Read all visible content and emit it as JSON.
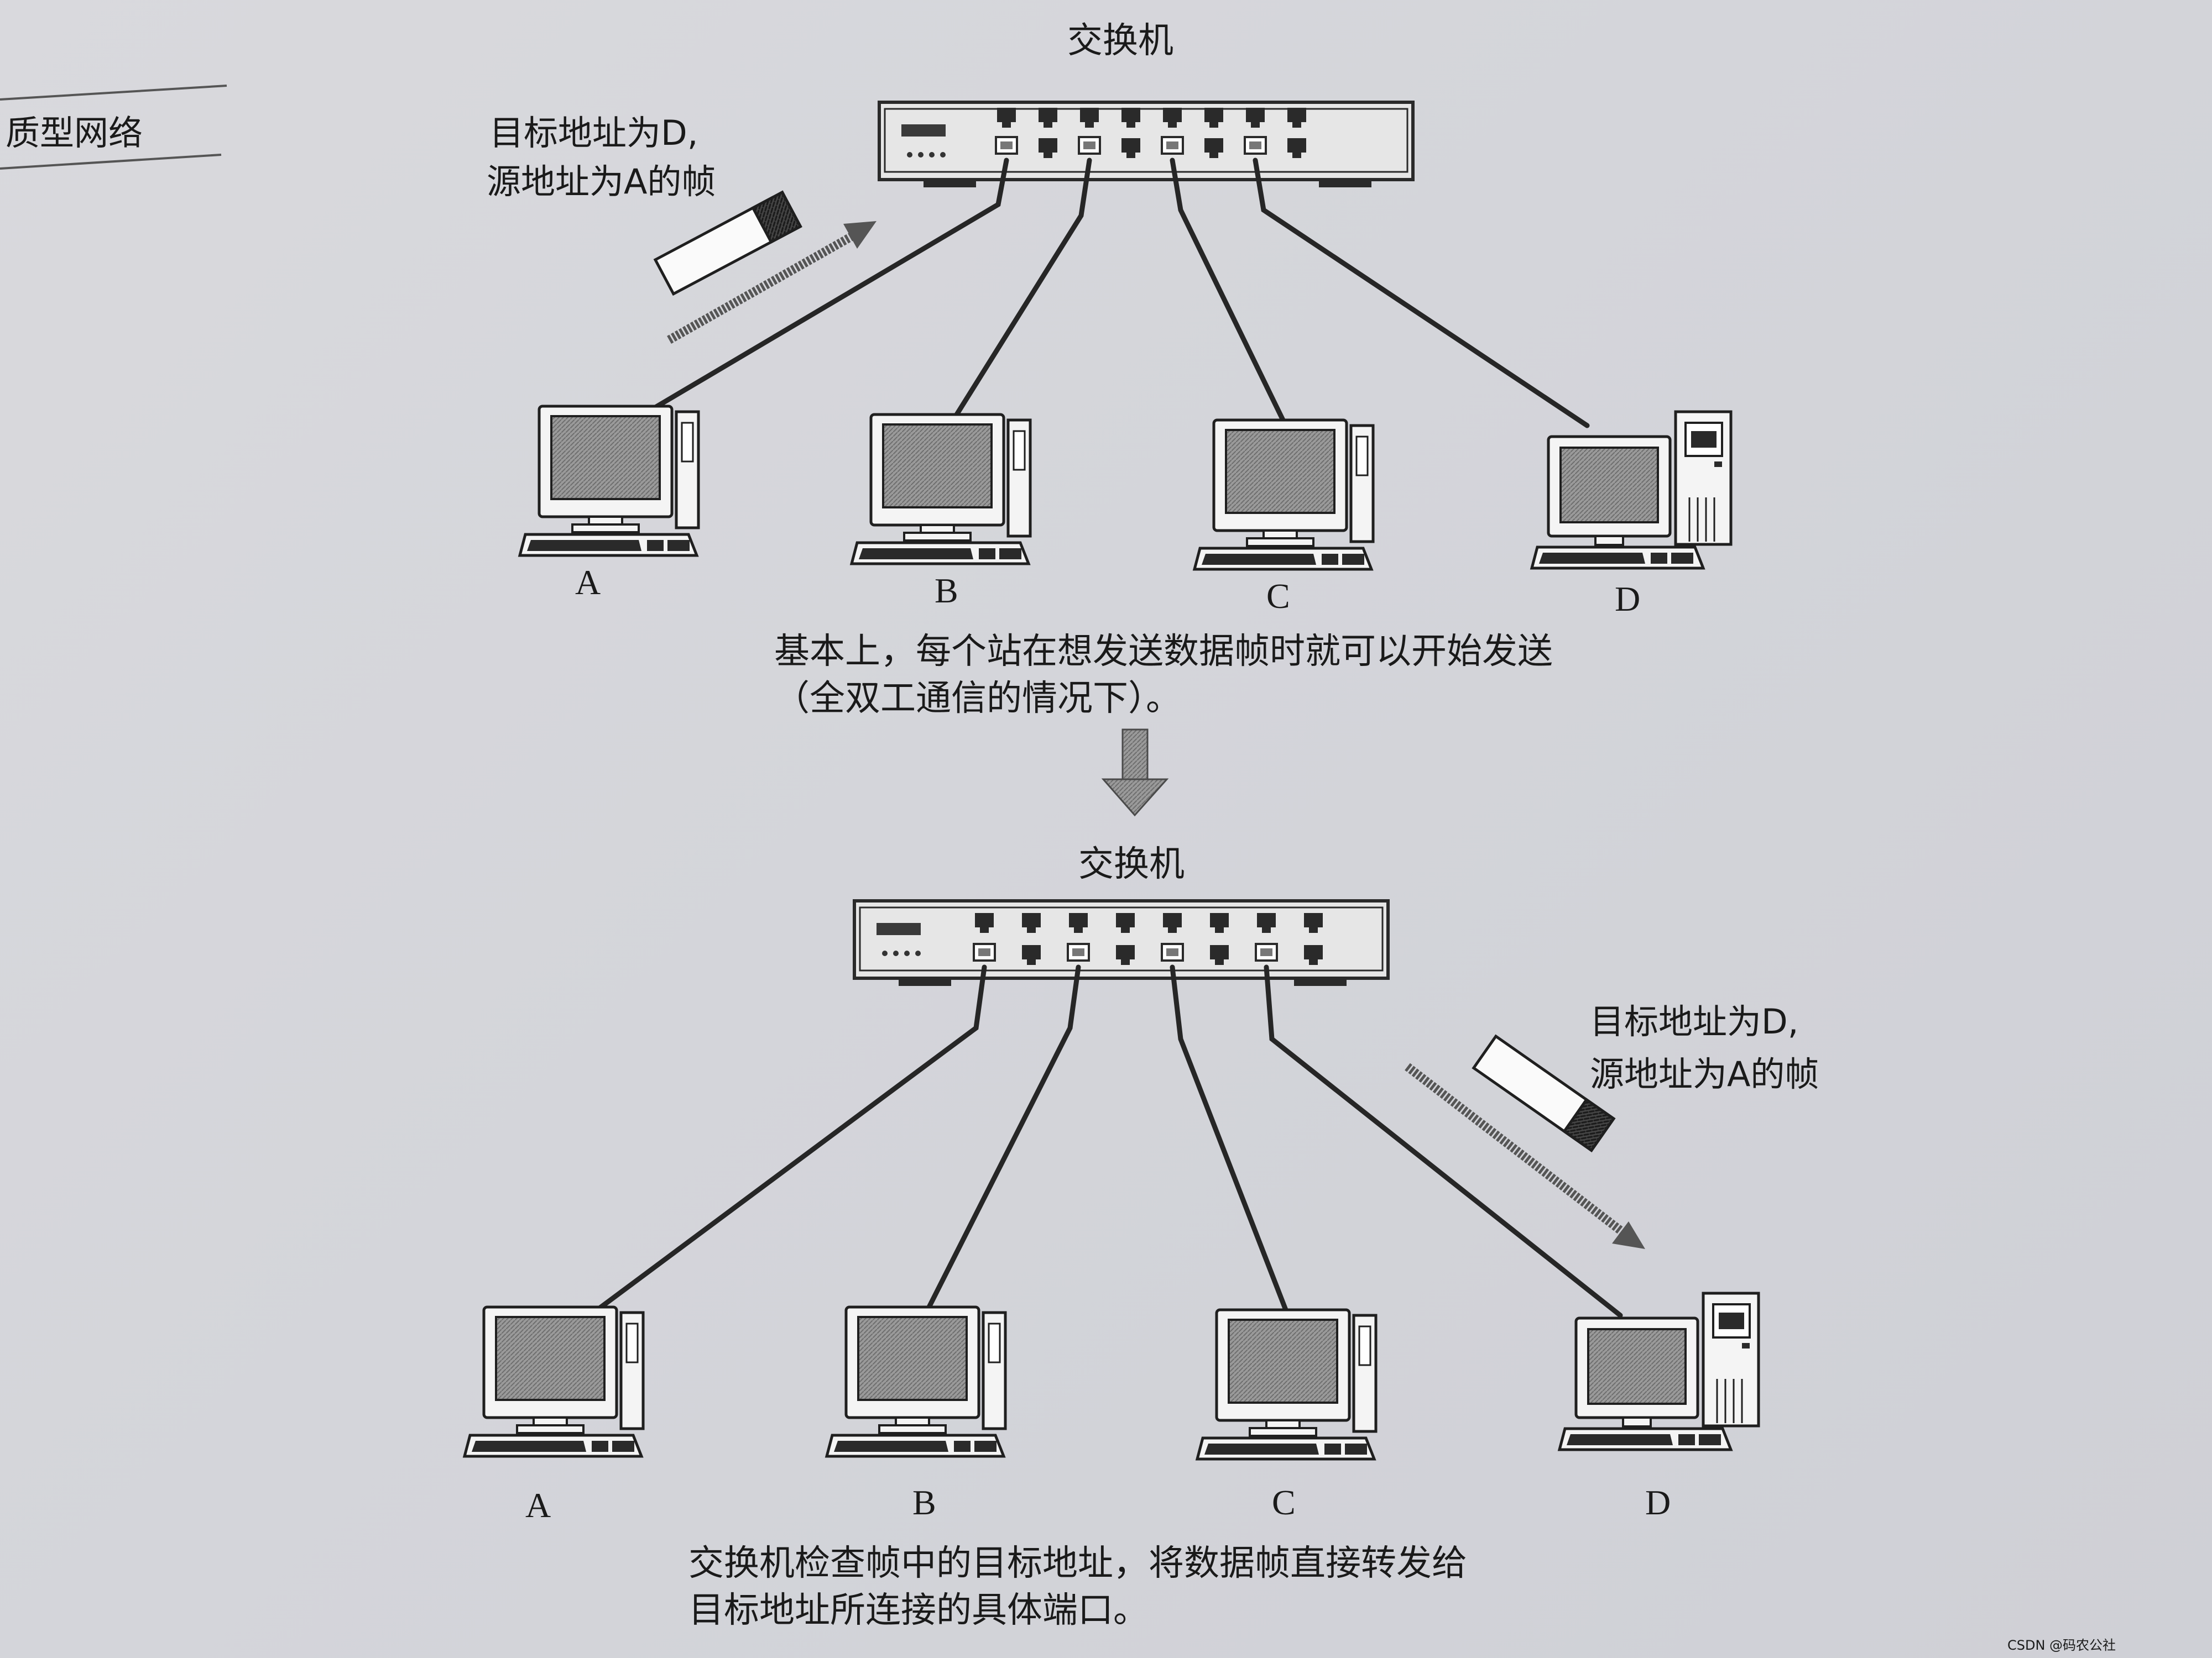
{
  "header_fragment": "质型网络",
  "top": {
    "switch_title": "交换机",
    "frame_caption_line1": "目标地址为D,",
    "frame_caption_line2": "源地址为A的帧",
    "pc_labels": [
      "A",
      "B",
      "C",
      "D"
    ],
    "caption_line1": "基本上，每个站在想发送数据帧时就可以开始发送",
    "caption_line2": "（全双工通信的情况下）。"
  },
  "bottom": {
    "switch_title": "交换机",
    "frame_caption_line1": "目标地址为D,",
    "frame_caption_line2": "源地址为A的帧",
    "pc_labels": [
      "A",
      "B",
      "C",
      "D"
    ],
    "caption_line1": "交换机检查帧中的目标地址，将数据帧直接转发给",
    "caption_line2": "目标地址所连接的具体端口。"
  },
  "watermark": "CSDN @码农公社",
  "colors": {
    "cable": "#262626",
    "screen": "#8a8a8a",
    "body": "#f4f4f4",
    "ink": "#1a1a1a"
  }
}
